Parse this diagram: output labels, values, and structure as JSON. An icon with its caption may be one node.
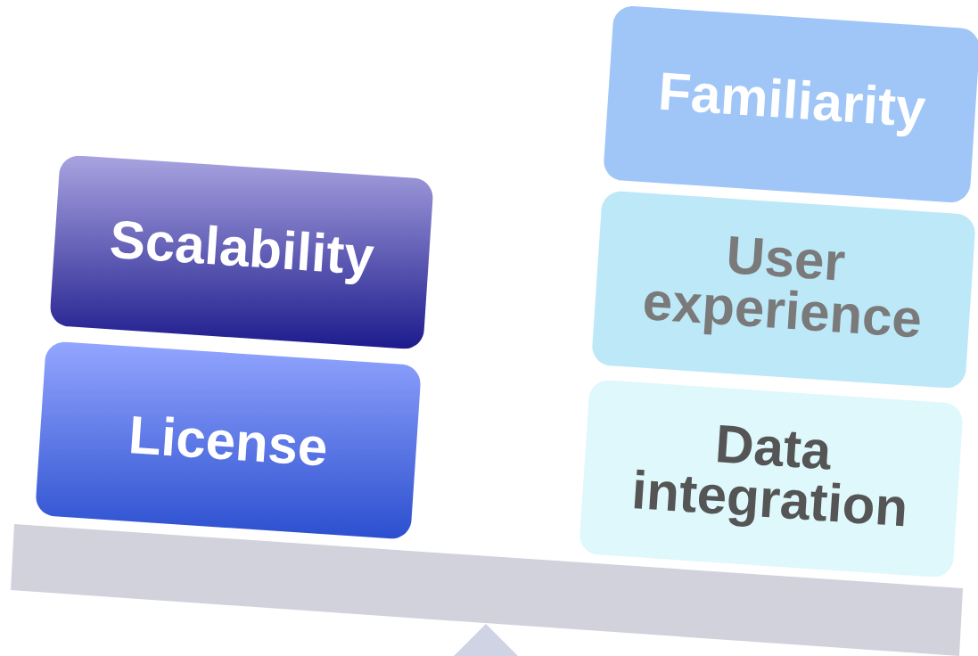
{
  "diagram": {
    "nodes": [
      {
        "text": [
          "Scalability"
        ]
      },
      {
        "text": [
          "License"
        ]
      },
      {
        "text": [
          "Familiarity"
        ]
      },
      {
        "text": [
          "User experience"
        ]
      },
      {
        "text": [
          "Data integration"
        ]
      }
    ]
  }
}
